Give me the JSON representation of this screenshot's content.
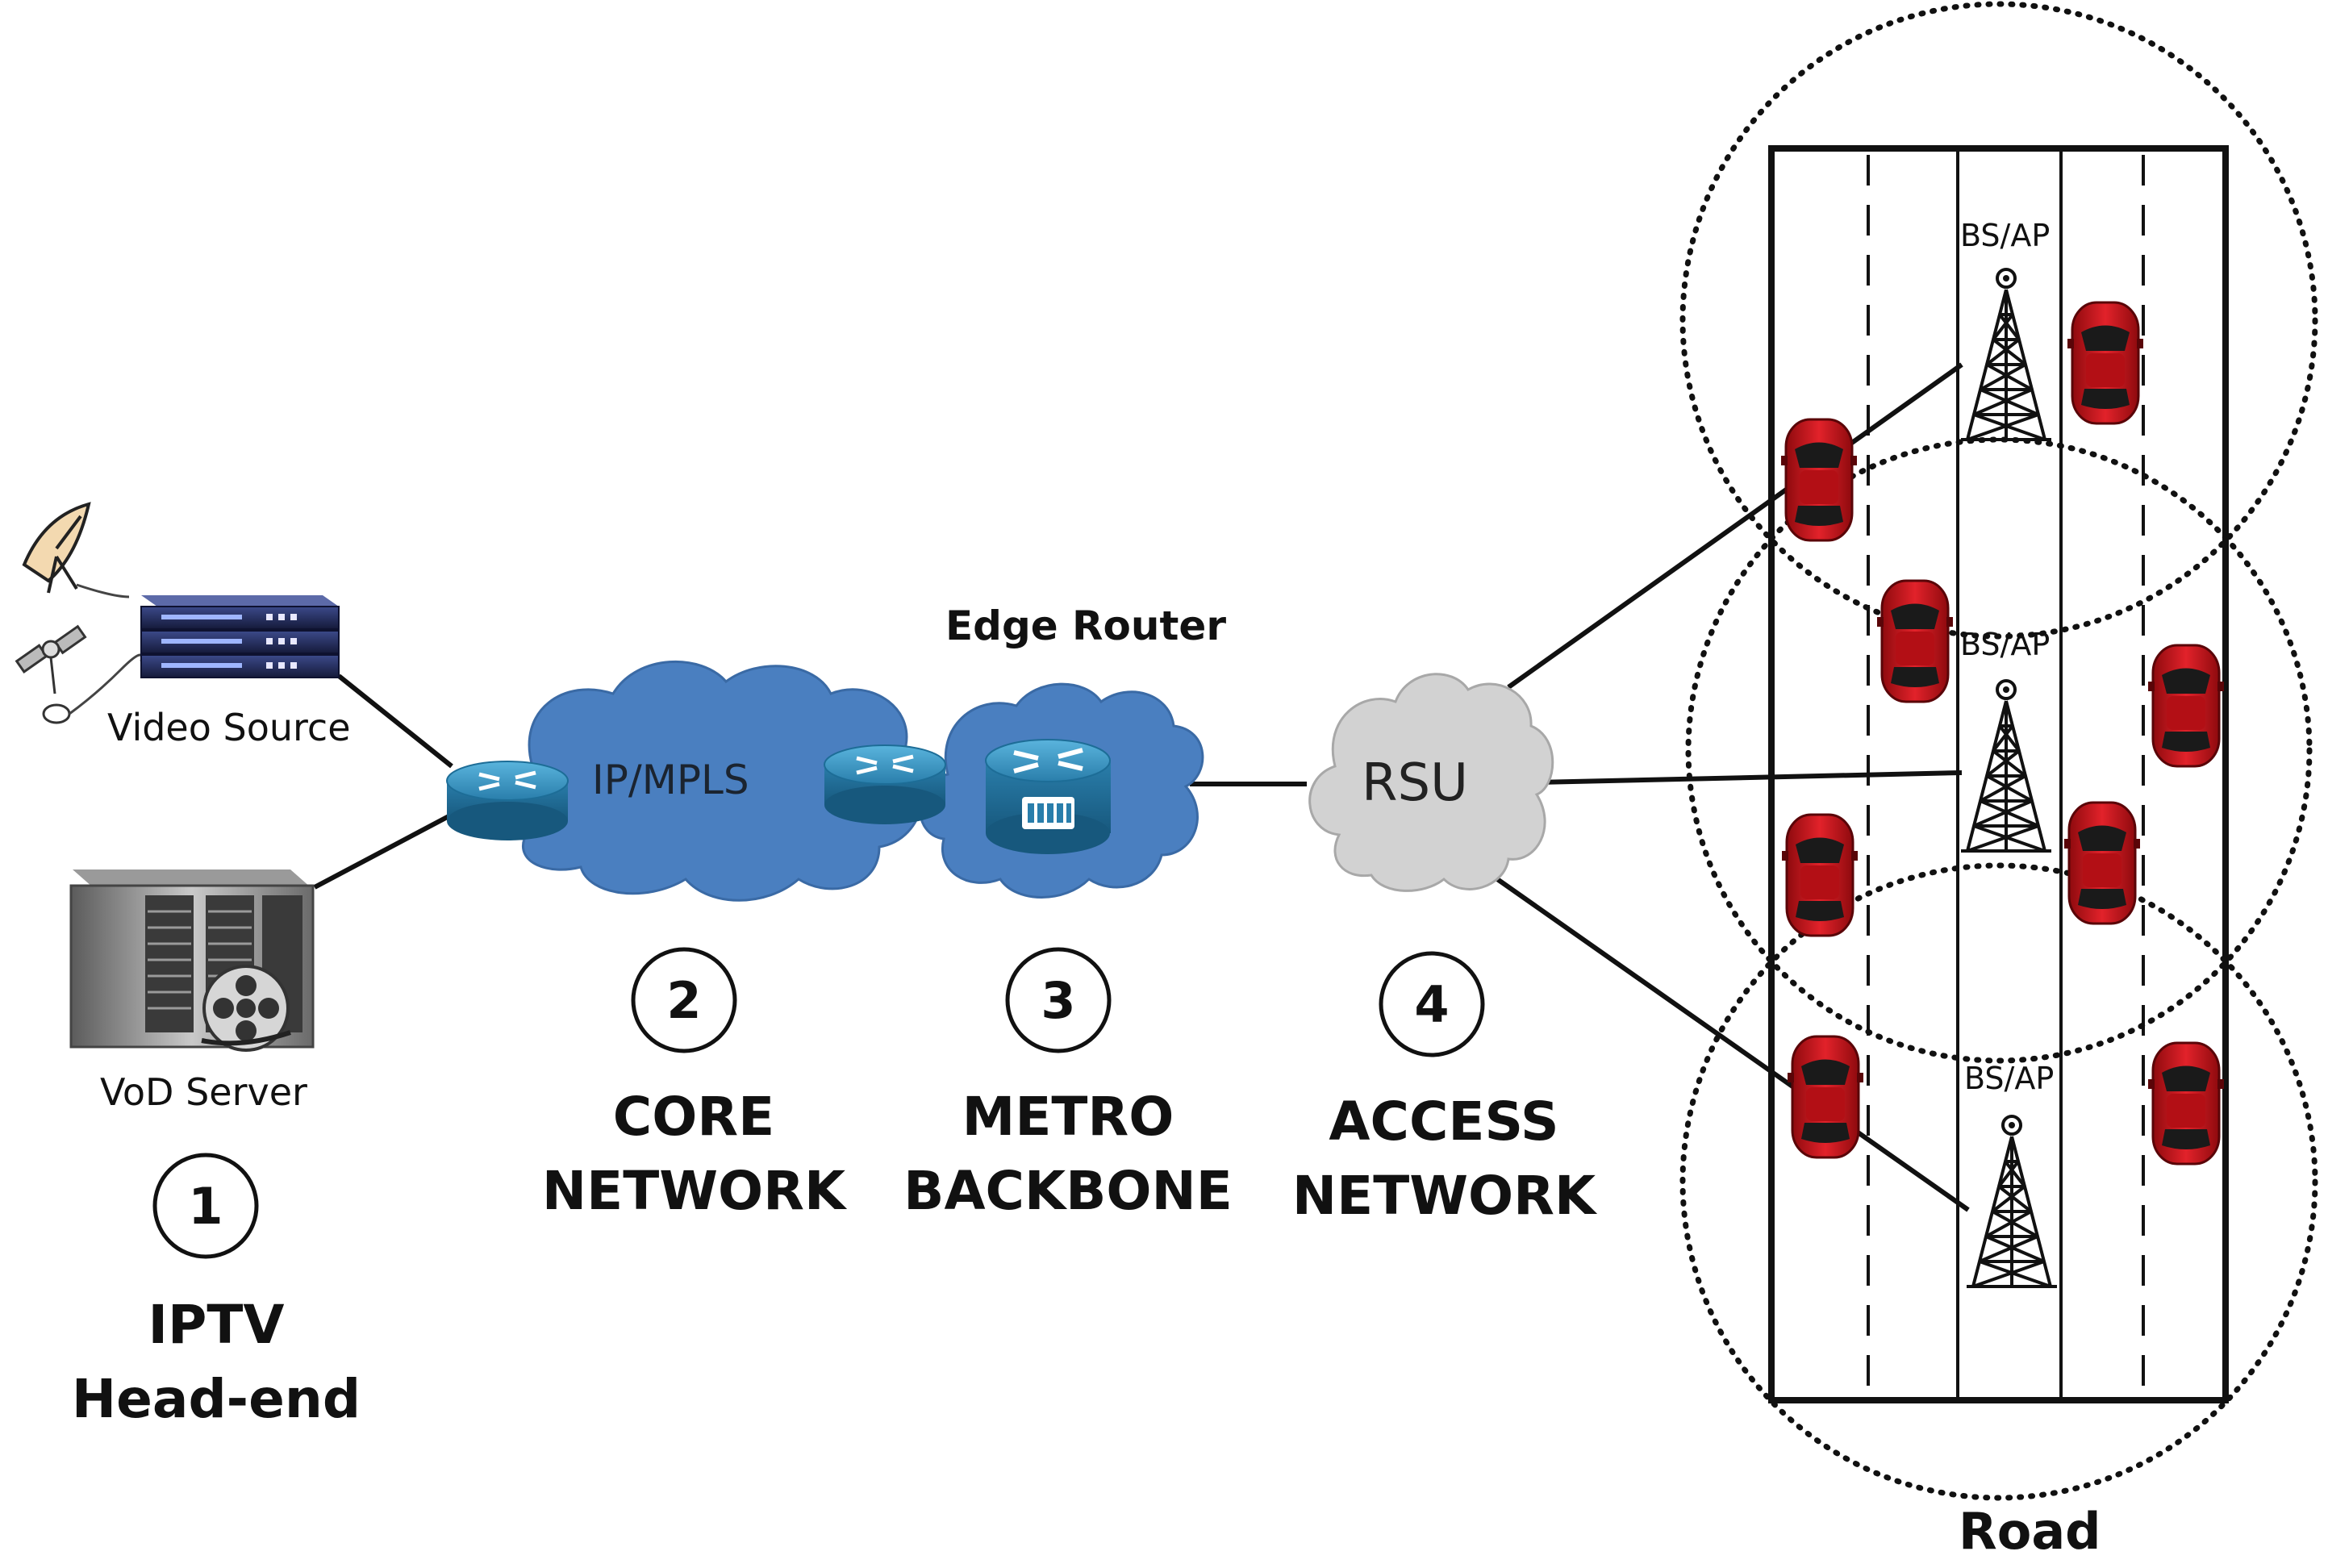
{
  "labels": {
    "video_source": "Video Source",
    "vod_server": "VoD Server",
    "edge_router": "Edge Router",
    "ip_mpls": "IP/MPLS",
    "rsu": "RSU",
    "road": "Road"
  },
  "stages": [
    {
      "number": "1",
      "line1": "IPTV",
      "line2": "Head-end"
    },
    {
      "number": "2",
      "line1": "CORE",
      "line2": "NETWORK"
    },
    {
      "number": "3",
      "line1": "METRO",
      "line2": "BACKBONE"
    },
    {
      "number": "4",
      "line1": "ACCESS",
      "line2": "NETWORK"
    }
  ],
  "base_stations": [
    {
      "label": "BS/AP"
    },
    {
      "label": "BS/AP"
    },
    {
      "label": "BS/AP"
    }
  ],
  "colors": {
    "cloud_blue": "#4a7fc0",
    "router_blue": "#2f8bb8",
    "rsu_cloud": "#d2d2d2",
    "car_red": "#d2151b"
  }
}
